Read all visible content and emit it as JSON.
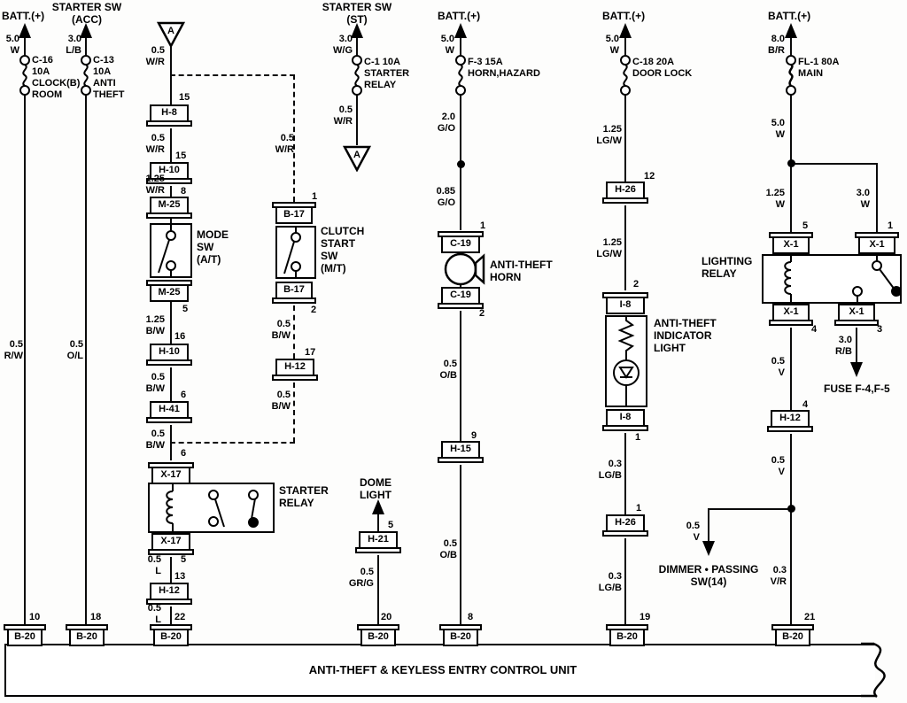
{
  "unit": {
    "label": "ANTI-THEFT & KEYLESS ENTRY CONTROL UNIT"
  },
  "flag": "A",
  "c1": {
    "source": "BATT.(+)",
    "w1": "5.0\nW",
    "fuse": "C-16\n10A\nCLOCK(B)\nROOM",
    "w2": "0.5\nR/W",
    "pin": "10",
    "conn": "B-20"
  },
  "c2": {
    "source": "STARTER SW\n(ACC)",
    "w1": "3.0\nL/B",
    "fuse": "C-13\n10A\nANTI\nTHEFT",
    "w2": "0.5\nO/L",
    "pin": "18",
    "conn": "B-20"
  },
  "c3": {
    "w1": "0.5\nW/R",
    "p15a": "15",
    "h8": "H-8",
    "w2": "0.5\nW/R",
    "p15b": "15",
    "h10a": "H-10",
    "w3": "1.25\nW/R",
    "p8": "8",
    "m25a": "M-25",
    "sw": "MODE\nSW\n(A/T)",
    "m25b": "M-25",
    "p5": "5",
    "w4": "1.25\nB/W",
    "p16": "16",
    "h10b": "H-10",
    "w5": "0.5\nB/W",
    "p6a": "6",
    "h41": "H-41",
    "w6": "0.5\nB/W",
    "p6b": "6",
    "x17a": "X-17",
    "relay": "STARTER\nRELAY",
    "x17b": "X-17",
    "p5b": "5",
    "w7": "0.5\nL",
    "p13": "13",
    "h12": "H-12",
    "w8": "0.5\nL",
    "p22": "22",
    "conn": "B-20"
  },
  "cl": {
    "w1": "0.5\nW/R",
    "p1": "1",
    "b17a": "B-17",
    "sw": "CLUTCH\nSTART\nSW\n(M/T)",
    "b17b": "B-17",
    "p2": "2",
    "w2": "0.5\nB/W",
    "p17": "17",
    "h12": "H-12",
    "w3": "0.5\nB/W"
  },
  "c4": {
    "source": "STARTER SW\n(ST)",
    "w1": "3.0\nW/G",
    "fuse": "C-1 10A\nSTARTER\nRELAY",
    "w2": "0.5\nW/R"
  },
  "dm": {
    "dest": "DOME\nLIGHT",
    "p5": "5",
    "h21": "H-21",
    "w1": "0.5\nGR/G",
    "p20": "20",
    "conn": "B-20"
  },
  "c5": {
    "source": "BATT.(+)",
    "w1": "5.0\nW",
    "fuse": "F-3 15A\nHORN,HAZARD",
    "w2": "2.0\nG/O",
    "w3": "0.85\nG/O",
    "p1": "1",
    "c19a": "C-19",
    "horn": "ANTI-THEFT\nHORN",
    "c19b": "C-19",
    "p2": "2",
    "w4": "0.5\nO/B",
    "p9": "9",
    "h15": "H-15",
    "w5": "0.5\nO/B",
    "p8": "8",
    "conn": "B-20"
  },
  "c6": {
    "source": "BATT.(+)",
    "w1": "5.0\nW",
    "fuse": "C-18 20A\nDOOR LOCK",
    "w2": "1.25\nLG/W",
    "p12": "12",
    "h26a": "H-26",
    "w3": "1.25\nLG/W",
    "p2": "2",
    "i8a": "I-8",
    "lamp": "ANTI-THEFT\nINDICATOR\nLIGHT",
    "i8b": "I-8",
    "p1a": "1",
    "w4": "0.3\nLG/B",
    "p1b": "1",
    "h26b": "H-26",
    "w5": "0.3\nLG/B",
    "p19": "19",
    "conn": "B-20"
  },
  "c7": {
    "source": "BATT.(+)",
    "w1": "8.0\nB/R",
    "fuse": "FL-1 80A\nMAIN",
    "w2": "5.0\nW",
    "w3": "1.25\nW",
    "w4": "3.0\nW",
    "p5": "5",
    "x1a": "X-1",
    "p1": "1",
    "x1b": "X-1",
    "relay": "LIGHTING\nRELAY",
    "x1c": "X-1",
    "p4a": "4",
    "x1d": "X-1",
    "p3": "3",
    "w5": "3.0\nR/B",
    "dest": "FUSE F-4,F-5",
    "w6": "0.5\nV",
    "p4b": "4",
    "h12": "H-12",
    "w7": "0.5\nV",
    "w8": "0.5\nV",
    "dimmer": "DIMMER • PASSING\nSW(14)",
    "w9": "0.3\nV/R",
    "p21": "21",
    "conn": "B-20"
  }
}
